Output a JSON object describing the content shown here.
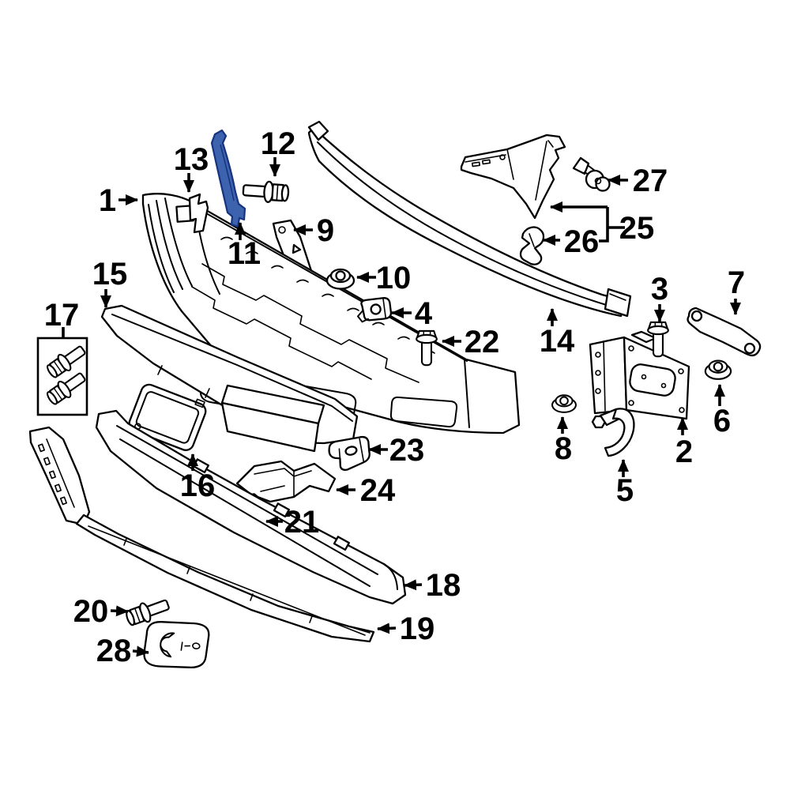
{
  "diagram": {
    "background_color": "#ffffff",
    "line_color": "#000000",
    "label_color": "#000000",
    "highlight_fill": "#3d63ae",
    "highlight_stroke": "#16337f",
    "highlighted_callout": "11"
  },
  "callouts": [
    {
      "num": "1"
    },
    {
      "num": "2"
    },
    {
      "num": "3"
    },
    {
      "num": "4"
    },
    {
      "num": "5"
    },
    {
      "num": "6"
    },
    {
      "num": "7"
    },
    {
      "num": "8"
    },
    {
      "num": "9"
    },
    {
      "num": "10"
    },
    {
      "num": "11"
    },
    {
      "num": "12"
    },
    {
      "num": "13"
    },
    {
      "num": "14"
    },
    {
      "num": "15"
    },
    {
      "num": "16"
    },
    {
      "num": "17"
    },
    {
      "num": "18"
    },
    {
      "num": "19"
    },
    {
      "num": "20"
    },
    {
      "num": "21"
    },
    {
      "num": "22"
    },
    {
      "num": "23"
    },
    {
      "num": "24"
    },
    {
      "num": "25"
    },
    {
      "num": "26"
    },
    {
      "num": "27"
    },
    {
      "num": "28"
    }
  ]
}
